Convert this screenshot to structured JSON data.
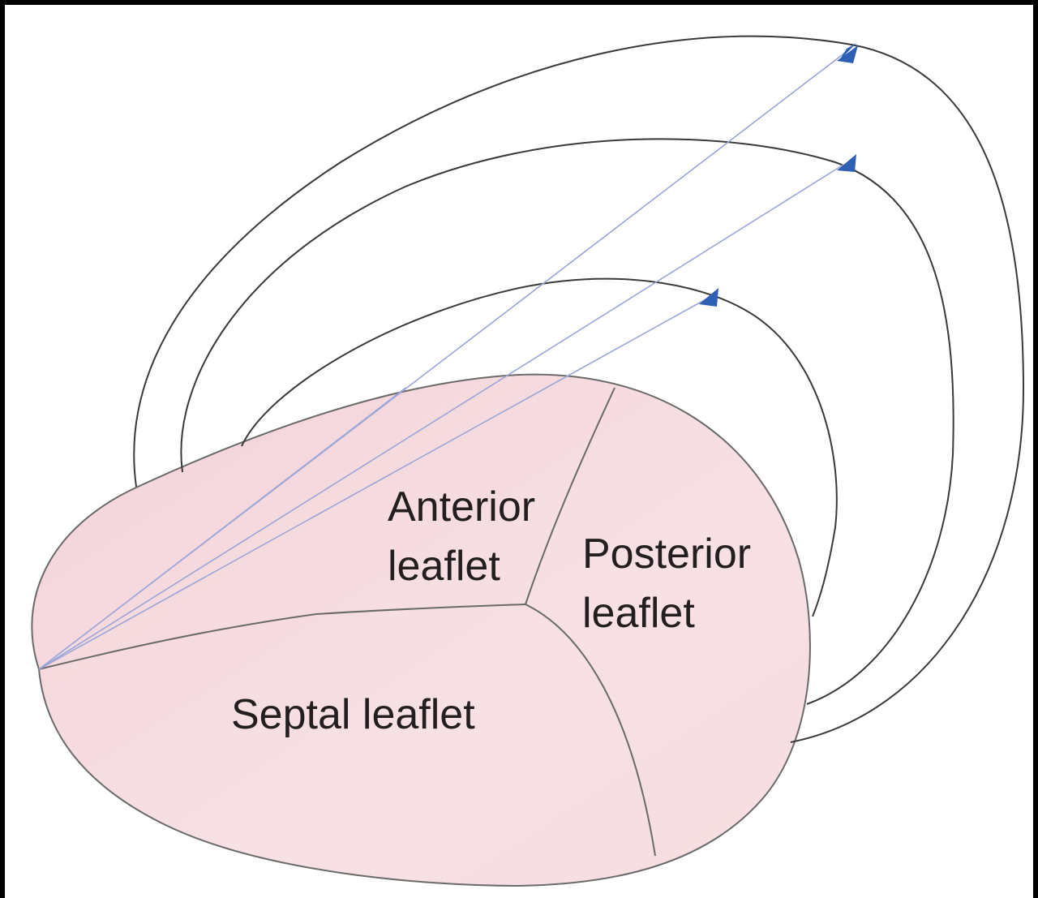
{
  "diagram": {
    "labels": {
      "anterior_line1": "Anterior",
      "anterior_line2": "leaflet",
      "posterior_line1": "Posterior",
      "posterior_line2": "leaflet",
      "septal": "Septal leaflet"
    },
    "colors": {
      "background": "#ffffff",
      "border": "#000000",
      "valve_fill": "#f7dfe2",
      "valve_stroke": "#5a5a5a",
      "arc_stroke": "#3a3a3a",
      "vector_line": "#9aa6d8",
      "arrowhead": "#2d5fb4",
      "text": "#231f20"
    },
    "icons": [
      "arrowhead-icon"
    ]
  }
}
